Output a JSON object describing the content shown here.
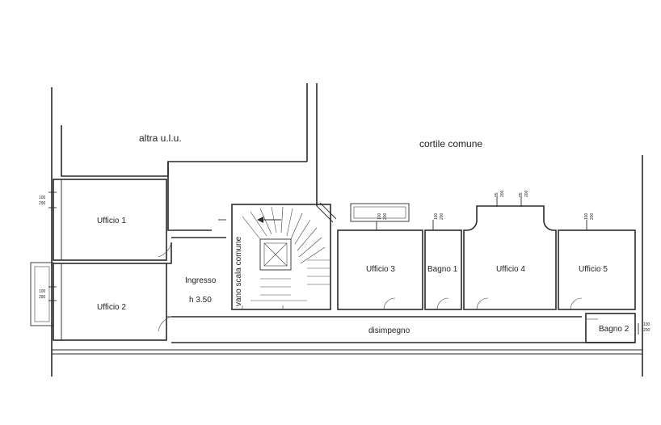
{
  "areas": {
    "altra_ulu": "altra u.l.u.",
    "cortile": "cortile comune"
  },
  "rooms": {
    "ufficio1": "Ufficio 1",
    "ufficio2": "Ufficio 2",
    "ufficio3": "Ufficio 3",
    "bagno1": "Bagno 1",
    "ufficio4": "Ufficio 4",
    "ufficio5": "Ufficio 5",
    "bagno2": "Bagno 2",
    "ingresso": "Ingresso",
    "height": "h 3.50",
    "disimpegno": "disimpegno",
    "vano_scala": "vano scala comune"
  },
  "windows": {
    "w1": {
      "a": "100",
      "b": "290"
    },
    "w2": {
      "a": "100",
      "b": "290"
    },
    "w3": {
      "a": "100",
      "b": "200"
    },
    "w4": {
      "a": "100",
      "b": "200"
    },
    "w5": {
      "a": "85",
      "b": "200"
    },
    "w6": {
      "a": "85",
      "b": "200"
    },
    "w7": {
      "a": "100",
      "b": "200"
    },
    "w8": {
      "a": "100",
      "b": "200"
    }
  }
}
